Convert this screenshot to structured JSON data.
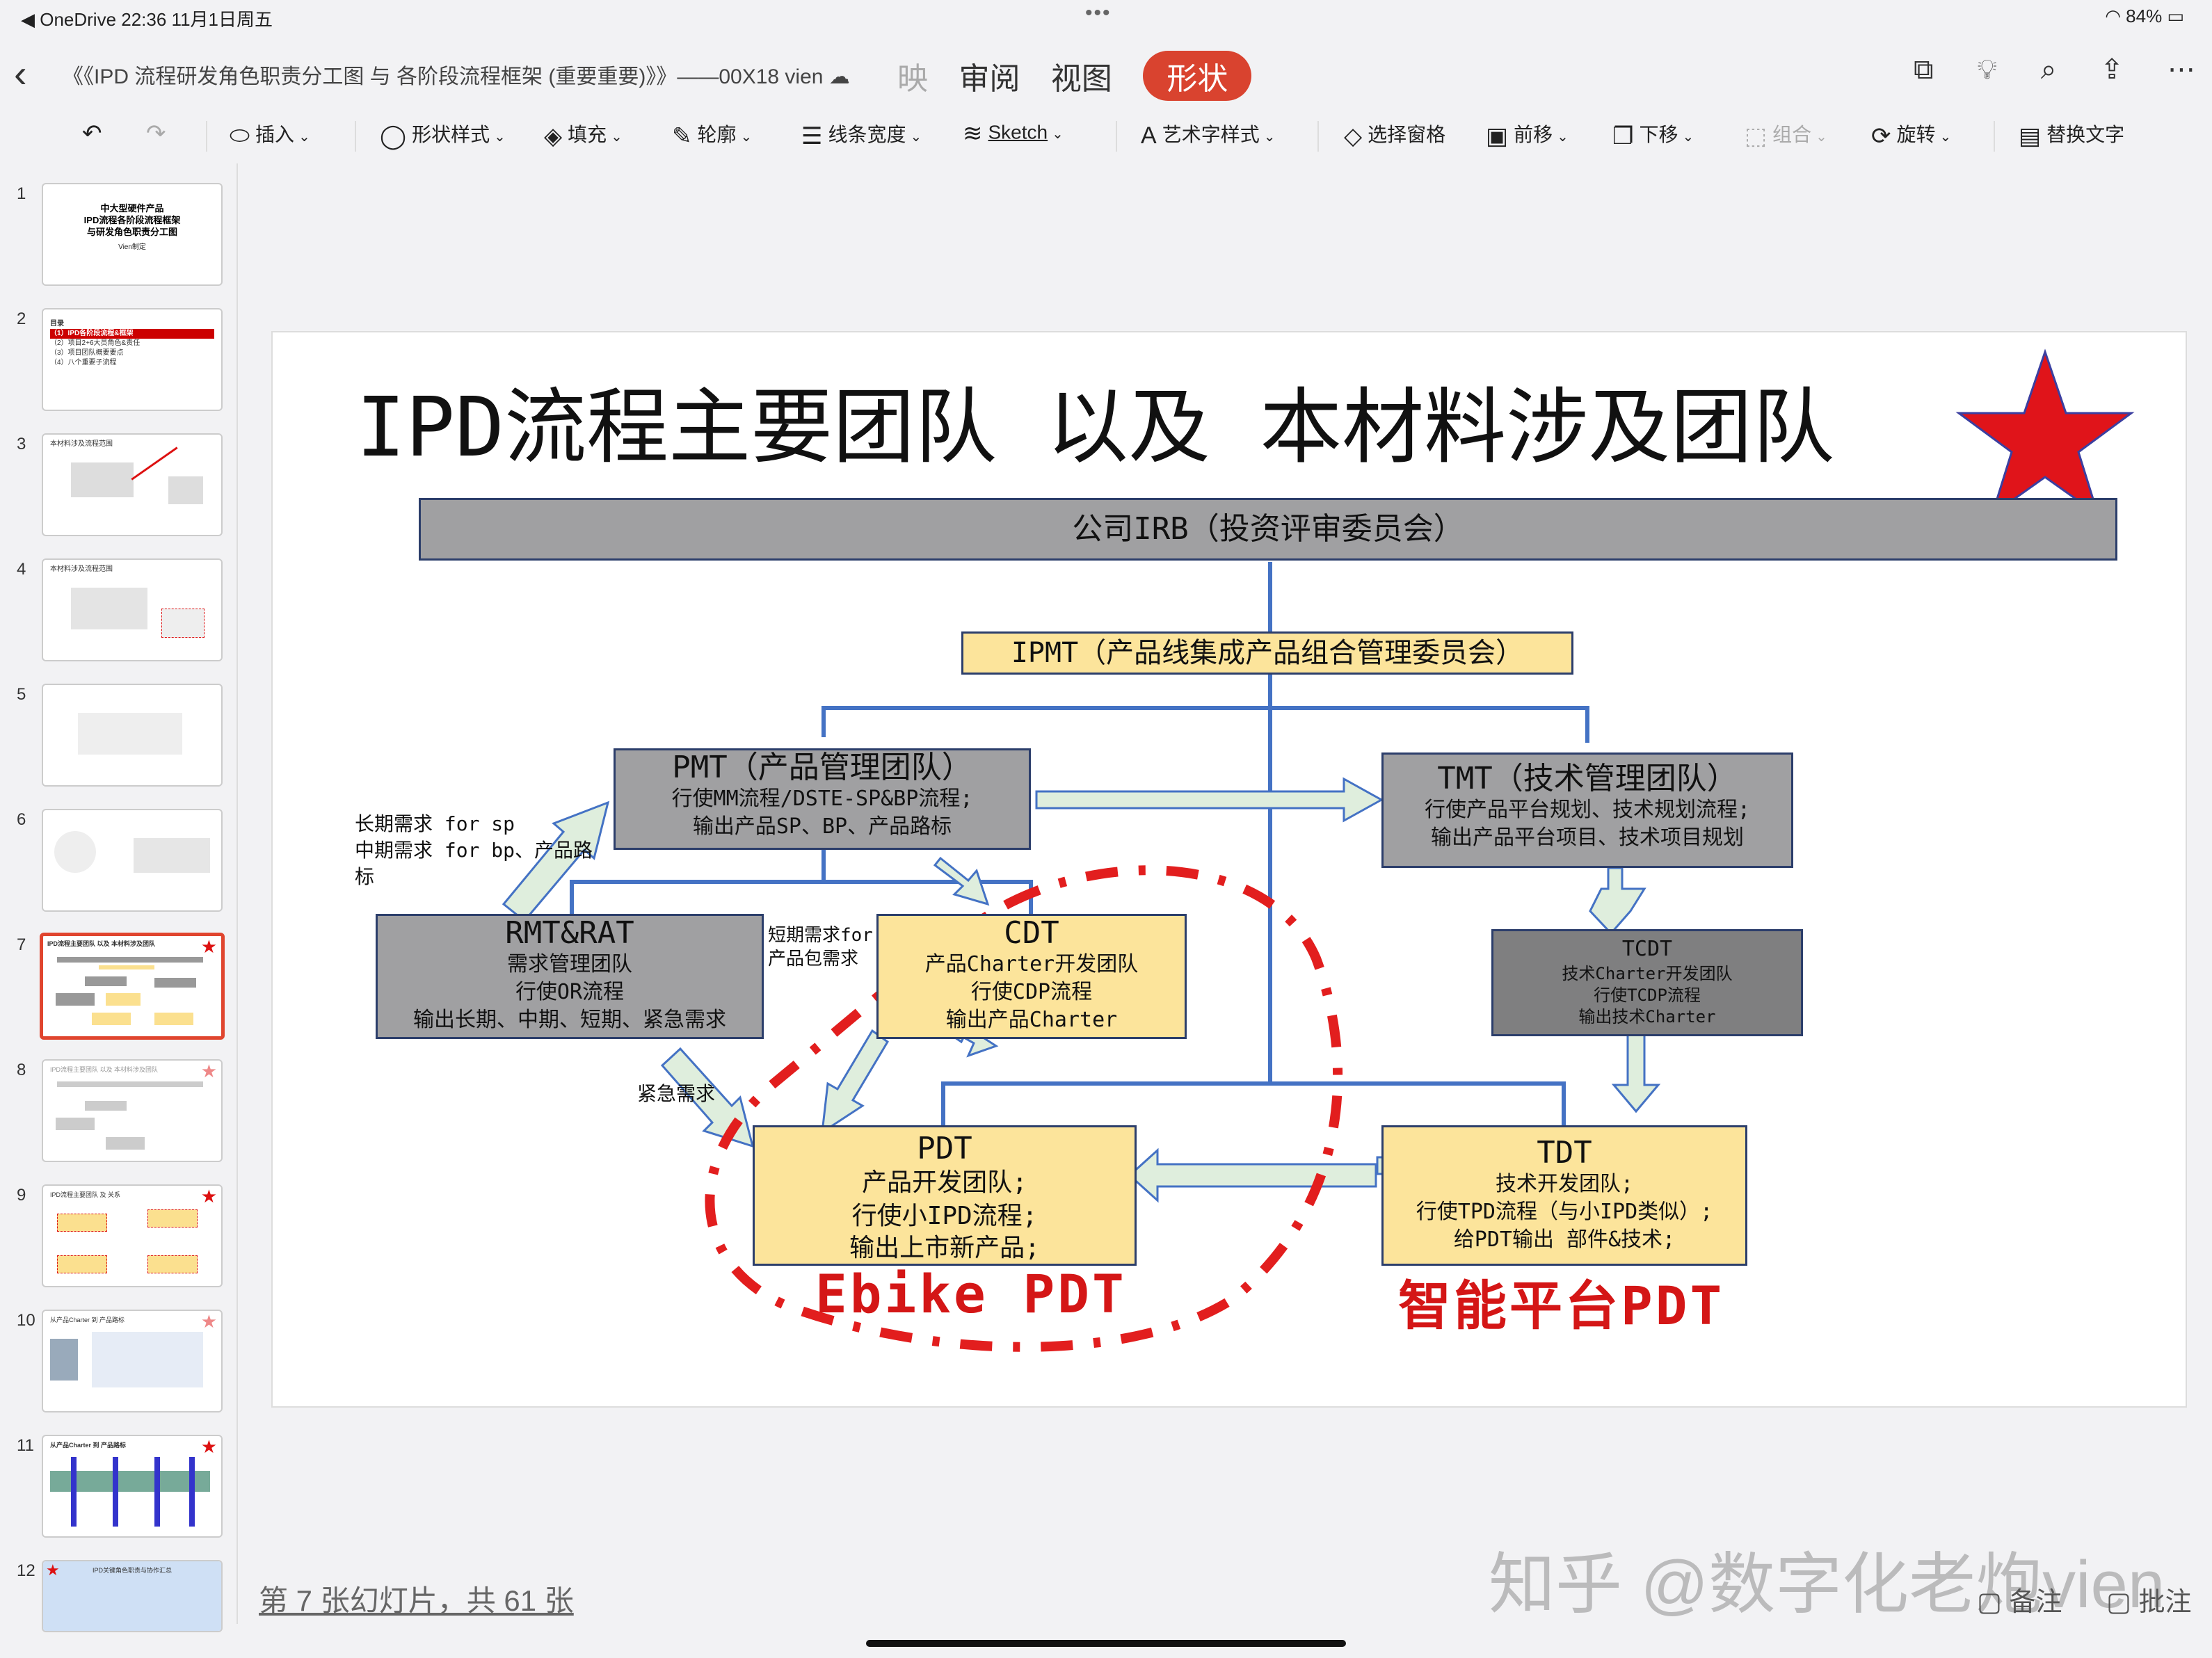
{
  "status_bar": {
    "left": "◀ OneDrive  22:36  11月1日周五",
    "center": "•••",
    "right": "84%"
  },
  "header": {
    "doc_title": "《《IPD 流程研发角色职责分工图 与 各阶段流程框架 (重要重要)》》——00X18 vien",
    "tabs": [
      "映",
      "审阅",
      "视图",
      "形状"
    ]
  },
  "toolbar": {
    "insert": "插入",
    "shape_style": "形状样式",
    "fill": "填充",
    "outline": "轮廓",
    "line_width": "线条宽度",
    "sketch": "Sketch",
    "wordart": "艺术字样式",
    "selection_pane": "选择窗格",
    "bring_forward": "前移",
    "send_backward": "下移",
    "group": "组合",
    "rotate": "旋转",
    "alt_text": "替换文字"
  },
  "thumbnails": [
    {
      "num": "1",
      "title": "中大型硬件产品\nIPD流程各阶段流程框架\n与研发角色职责分工图",
      "sub": "Vien制定"
    },
    {
      "num": "2",
      "lines": [
        "目录",
        "（1）IPD各阶段流程&框架",
        "（2）项目2+6大员角色&责任",
        "（3）项目团队概要要点",
        "（4）八个重要子流程"
      ]
    },
    {
      "num": "3",
      "caption": "本材料涉及流程范围"
    },
    {
      "num": "4",
      "caption": "本材料涉及流程范围"
    },
    {
      "num": "5"
    },
    {
      "num": "6"
    },
    {
      "num": "7",
      "caption": "IPD流程主要团队 以及 本材料涉及团队"
    },
    {
      "num": "8",
      "caption": "IPD流程主要团队 以及 本材料涉及团队"
    },
    {
      "num": "9",
      "caption": "IPD流程主要团队 及 关系"
    },
    {
      "num": "10",
      "caption": "从产品Charter 到 产品路标"
    },
    {
      "num": "11",
      "caption": "从产品Charter 到 产品路标"
    },
    {
      "num": "12",
      "caption": "IPD关键角色职责与协作汇总"
    }
  ],
  "slide": {
    "title": "IPD流程主要团队 以及 本材料涉及团队",
    "irb": "公司IRB（投资评审委员会）",
    "ipmt": "IPMT（产品线集成产品组合管理委员会）",
    "pmt": {
      "title": "PMT（产品管理团队）",
      "l1": "行使MM流程/DSTE-SP&BP流程;",
      "l2": "输出产品SP、BP、产品路标"
    },
    "tmt": {
      "title": "TMT（技术管理团队）",
      "l1": "行使产品平台规划、技术规划流程;",
      "l2": "输出产品平台项目、技术项目规划"
    },
    "rmt": {
      "title": "RMT&RAT",
      "l1": "需求管理团队",
      "l2": "行使OR流程",
      "l3": "输出长期、中期、短期、紧急需求"
    },
    "cdt": {
      "title": "CDT",
      "l1": "产品Charter开发团队",
      "l2": "行使CDP流程",
      "l3": "输出产品Charter"
    },
    "tcdt": {
      "title": "TCDT",
      "l1": "技术Charter开发团队",
      "l2": "行使TCDP流程",
      "l3": "输出技术Charter"
    },
    "pdt": {
      "title": "PDT",
      "l1": "产品开发团队;",
      "l2": "行使小IPD流程;",
      "l3": "输出上市新产品;"
    },
    "tdt": {
      "title": "TDT",
      "l1": "技术开发团队;",
      "l2": "行使TPD流程（与小IPD类似）;",
      "l3": "给PDT输出 部件&技术;"
    },
    "label_long": "长期需求 for sp\n中期需求 for bp、产品路\n标",
    "label_short": "短期需求for\n产品包需求",
    "label_urgent": "紧急需求",
    "ebike": "Ebike PDT",
    "smart": "智能平台PDT",
    "colors": {
      "accent": "#d9432f",
      "red_text": "#d41616",
      "line": "#4472c4",
      "arrow_fill": "#dfeedd"
    }
  },
  "footer": {
    "counter": "第 7 张幻灯片，共 61 张",
    "watermark": "知乎 @数字化老炮vien",
    "notes": "备注",
    "comments": "批注"
  }
}
